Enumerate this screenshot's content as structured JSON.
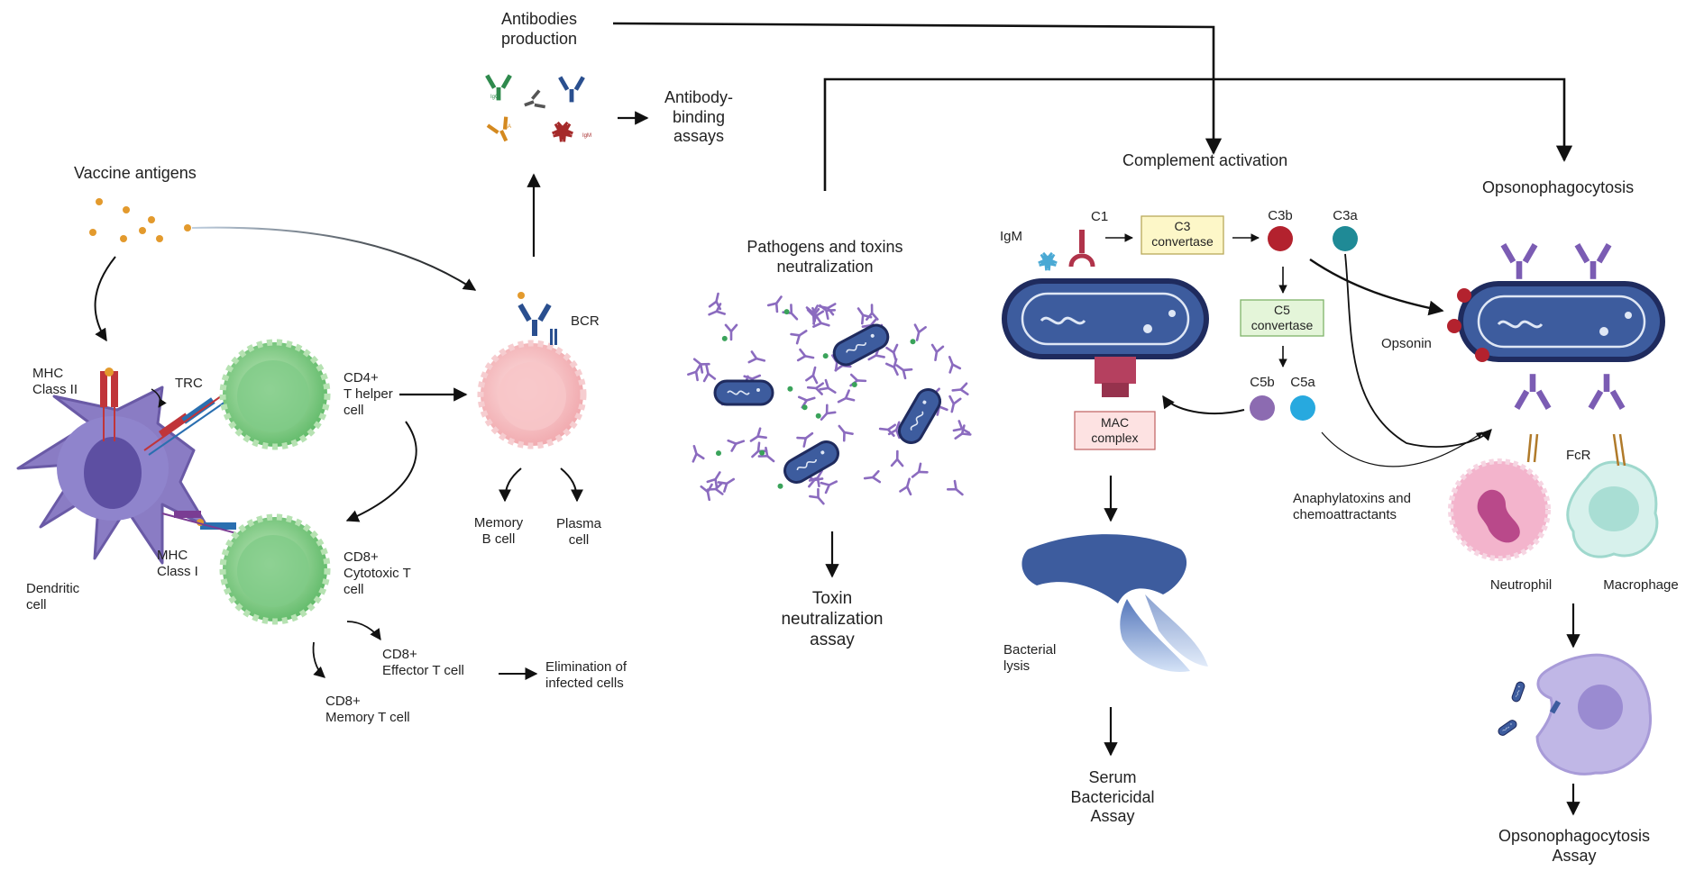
{
  "labels": {
    "vaccine_antigens": "Vaccine antigens",
    "antibodies_production": "Antibodies\nproduction",
    "antibody_binding_assays": "Antibody-\nbinding\nassays",
    "mhc_class_ii": "MHC\nClass II",
    "trc": "TRC",
    "cd4_t_helper": "CD4+\nT helper\ncell",
    "bcr": "BCR",
    "mhc_class_i": "MHC\nClass I",
    "cd8_cytotoxic": "CD8+\nCytotoxic T\ncell",
    "dendritic_cell": "Dendritic\ncell",
    "memory_b_cell": "Memory\nB cell",
    "plasma_cell": "Plasma\ncell",
    "cd8_effector": "CD8+\nEffector T cell",
    "cd8_memory": "CD8+\nMemory T cell",
    "elimination": "Elimination of\ninfected cells",
    "pathogens_neutralization": "Pathogens and toxins\nneutralization",
    "toxin_assay": "Toxin\nneutralization\nassay",
    "complement_activation": "Complement activation",
    "igm": "IgM",
    "c1": "C1",
    "c3_convertase": "C3\nconvertase",
    "c3b": "C3b",
    "c3a": "C3a",
    "c5_convertase": "C5\nconvertase",
    "c5b": "C5b",
    "c5a": "C5a",
    "mac_complex": "MAC\ncomplex",
    "bacterial_lysis": "Bacterial\nlysis",
    "serum_assay": "Serum\nBactericidal\nAssay",
    "opsonophagocytosis": "Opsonophagocytosis",
    "opsonin": "Opsonin",
    "anaphylatoxins": "Anaphylatoxins and\nchemoattractants",
    "fcr": "FcR",
    "neutrophil": "Neutrophil",
    "macrophage": "Macrophage",
    "ops_assay": "Opsonophagocytosis\nAssay",
    "igg_tag": "IgG",
    "iga_tag": "IgA",
    "igm_tag": "IgM"
  },
  "colors": {
    "bacteria_fill": "#3d5c9e",
    "bacteria_outline": "#1f2b5e",
    "antibody_purple": "#8b6bbf",
    "c3_box": "#fdf7c8",
    "c5_box": "#e4f5d9",
    "mac_box": "#fde2e2",
    "c3b": "#b3222e",
    "c3a": "#1f8a96",
    "c5b": "#8c6bb1",
    "c5a": "#27a9df",
    "t_cell": "#8fd190",
    "b_cell": "#f6b9bd",
    "dendritic": "#8a7cc4"
  },
  "icons": [
    "antigen-dot",
    "antibody-y-icon",
    "bacterium-icon",
    "dendritic-cell-icon",
    "t-cell-icon",
    "b-cell-icon",
    "neutrophil-icon",
    "macrophage-icon",
    "phagocyte-icon",
    "igm-pentamer-icon",
    "c1-icon",
    "mac-pore-icon",
    "lysed-bacterium-icon"
  ]
}
